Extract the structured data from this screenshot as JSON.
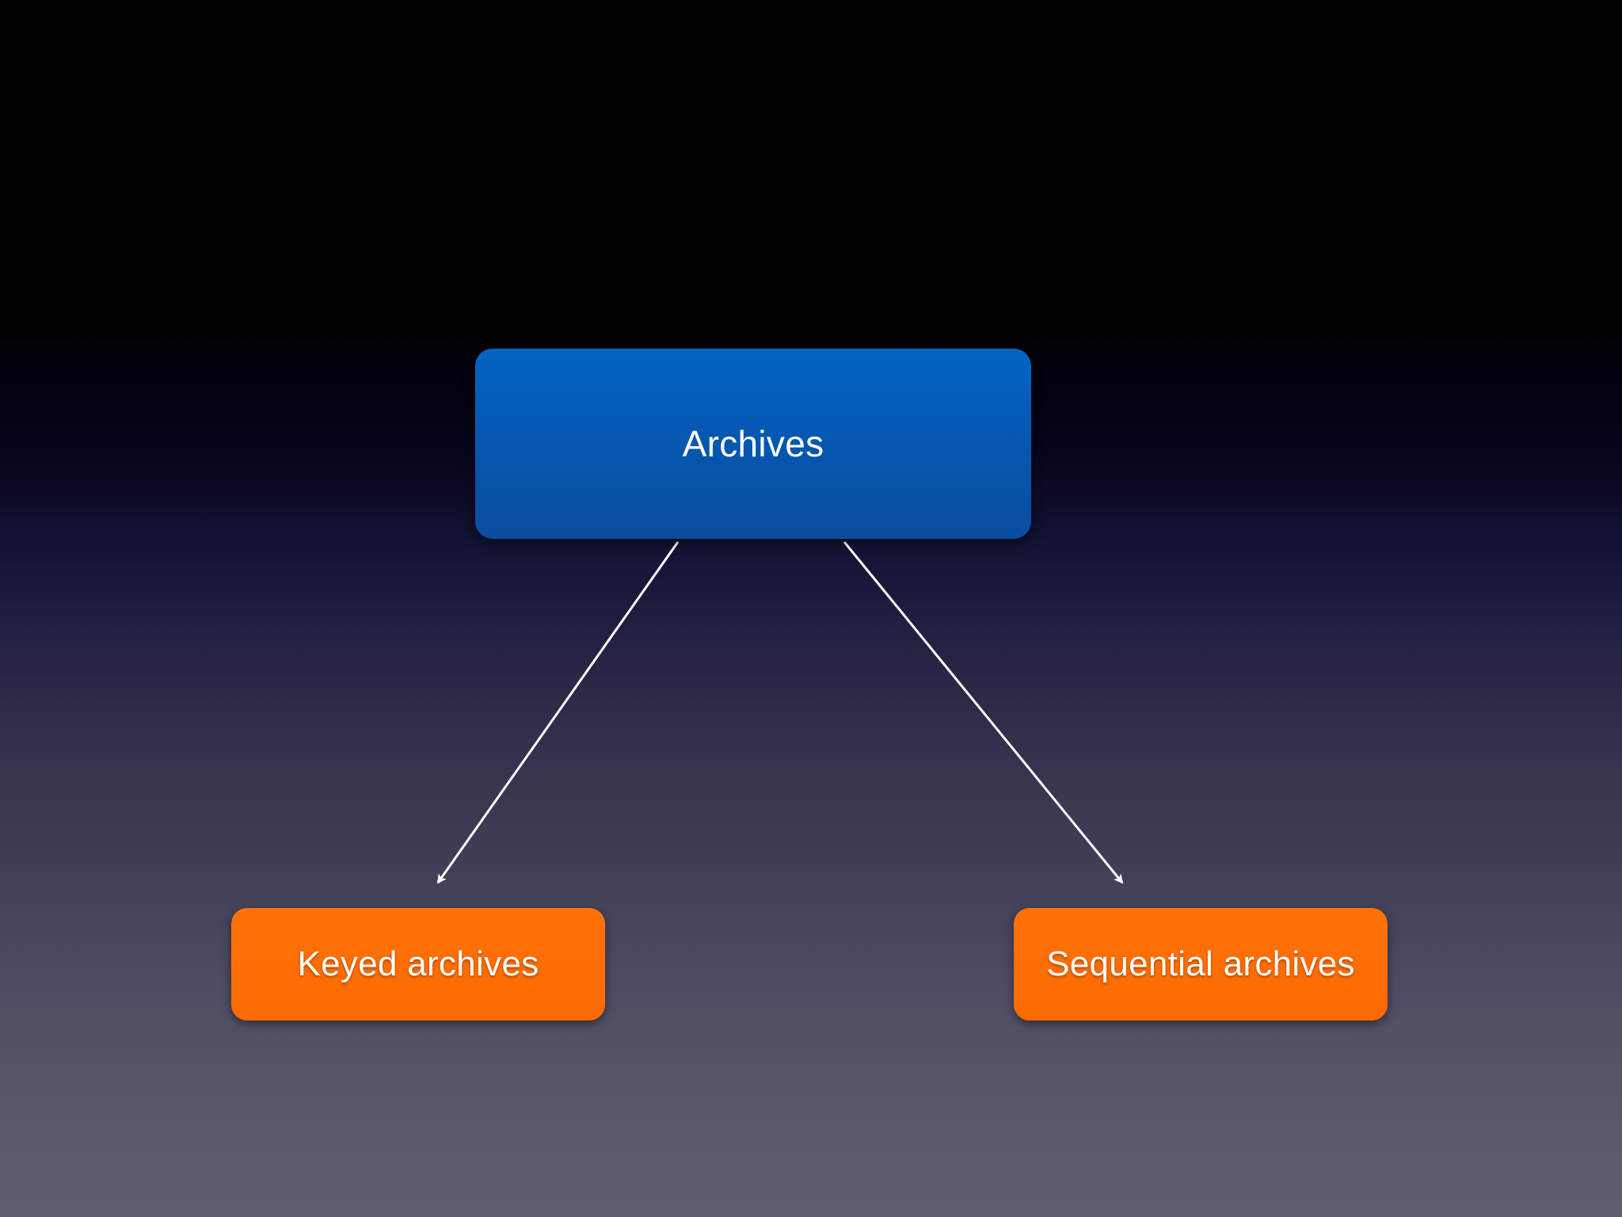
{
  "diagram": {
    "root": {
      "label": "Archives",
      "color": "#0559b4"
    },
    "children": [
      {
        "label": "Keyed archives",
        "color": "#fd6a02"
      },
      {
        "label": "Sequential archives",
        "color": "#fd6a02"
      }
    ],
    "edge_color": "#ffffff"
  }
}
